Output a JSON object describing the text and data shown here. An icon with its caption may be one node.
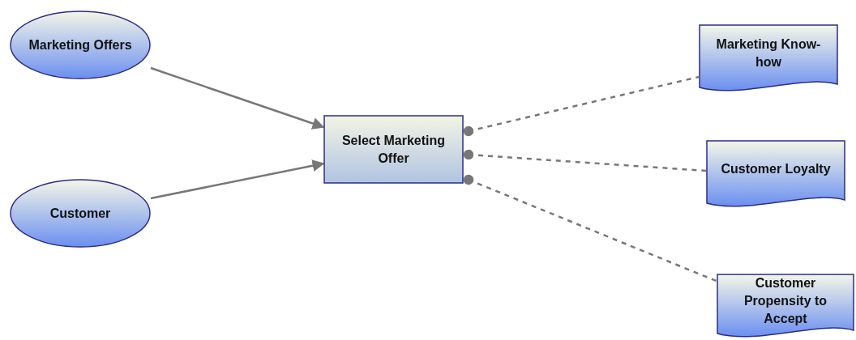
{
  "diagram": {
    "nodes": [
      {
        "text": [
          "Marketing Offers"
        ]
      },
      {
        "text": [
          "Customer"
        ]
      },
      {
        "text": [
          "Select Marketing Offer"
        ]
      },
      {
        "text": [
          "Marketing Know-how"
        ]
      },
      {
        "text": [
          "Customer Loyalty"
        ]
      },
      {
        "text": [
          "Customer Propensity to Accept"
        ]
      }
    ],
    "edges": [
      {
        "from": 0,
        "to": 2,
        "arrow": "to"
      },
      {
        "from": 1,
        "to": 2,
        "arrow": "to"
      },
      {
        "from": 2,
        "to": 3,
        "arrow": "other",
        "style": "dashed"
      },
      {
        "from": 2,
        "to": 4,
        "arrow": "other",
        "style": "dashed"
      },
      {
        "from": 2,
        "to": 5,
        "arrow": "other",
        "style": "dashed"
      }
    ]
  }
}
